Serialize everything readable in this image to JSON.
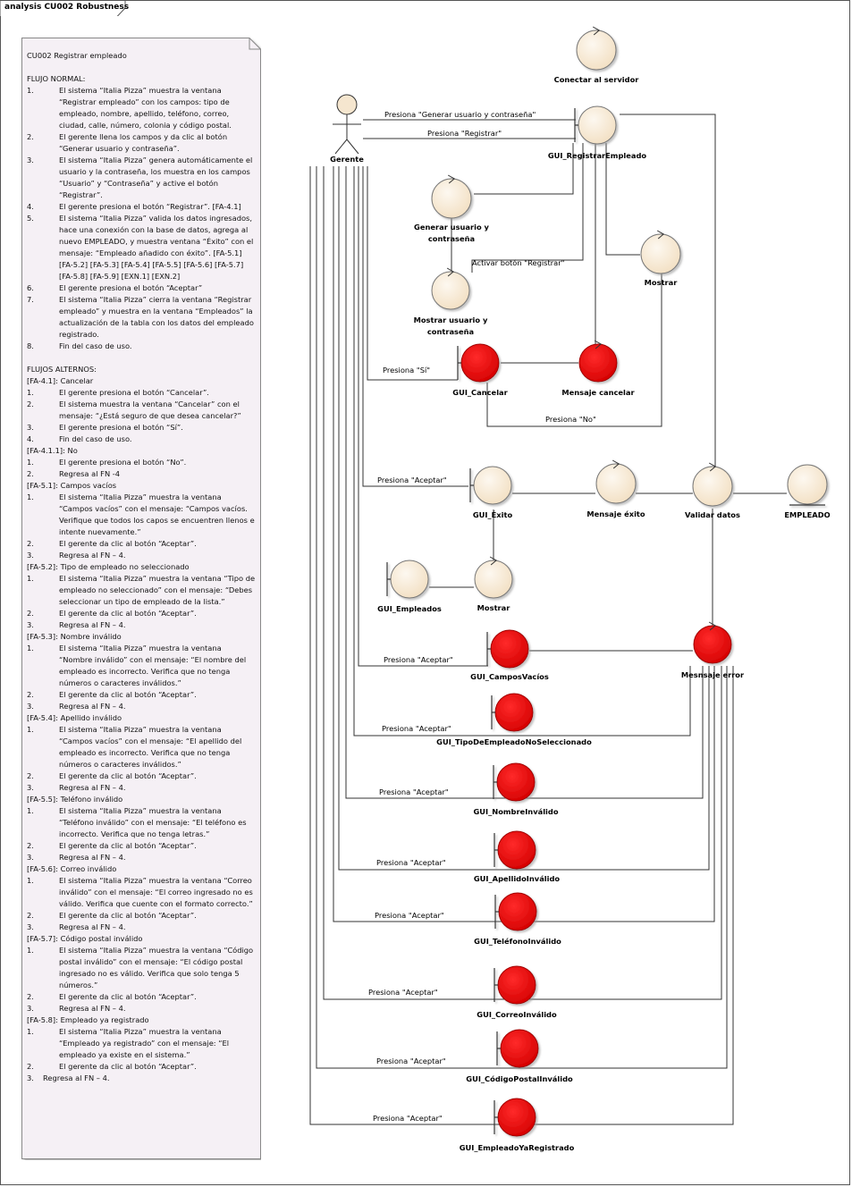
{
  "title": "analysis CU002 Robustness",
  "note": {
    "lines": [
      {
        "kind": "text",
        "text": "CU002 Registrar empleado"
      },
      {
        "kind": "blank"
      },
      {
        "kind": "text",
        "text": "FLUJO NORMAL:"
      },
      {
        "kind": "item",
        "num": "1.",
        "text": "El sistema “Italia Pizza” muestra la ventana “Registrar empleado” con los campos: tipo de empleado, nombre, apellido, teléfono, correo, ciudad, calle, número, colonia y código postal."
      },
      {
        "kind": "item",
        "num": "2.",
        "text": "El gerente llena los campos y da clic al botón “Generar usuario y contraseña”."
      },
      {
        "kind": "item",
        "num": "3.",
        "text": "El sistema “Italia Pizza” genera automáticamente el usuario y la contraseña, los muestra en los campos “Usuario” y “Contraseña” y active el botón “Registrar”."
      },
      {
        "kind": "item",
        "num": "4.",
        "text": "El gerente presiona el botón “Registrar”. [FA-4.1]"
      },
      {
        "kind": "item",
        "num": "5.",
        "text": "El sistema “Italia Pizza” valida los datos ingresados, hace una conexión con la base de datos, agrega al nuevo EMPLEADO, y muestra ventana “Éxito” con el mensaje: “Empleado añadido con éxito”. [FA-5.1] [FA-5.2] [FA-5.3] [FA-5.4] [FA-5.5] [FA-5.6] [FA-5.7] [FA-5.8] [FA-5.9] [EXN.1] [EXN.2]"
      },
      {
        "kind": "item",
        "num": "6.",
        "text": "El gerente presiona el botón “Aceptar”"
      },
      {
        "kind": "item",
        "num": "7.",
        "text": "El sistema “Italia Pizza” cierra la ventana “Registrar empleado” y muestra en la ventana “Empleados” la actualización de la tabla con los datos del empleado registrado."
      },
      {
        "kind": "item",
        "num": "8.",
        "text": "Fin del caso de uso."
      },
      {
        "kind": "blank"
      },
      {
        "kind": "text",
        "text": "FLUJOS ALTERNOS:"
      },
      {
        "kind": "text",
        "text": "[FA-4.1]: Cancelar"
      },
      {
        "kind": "item",
        "num": "1.",
        "text": "El gerente presiona el botón “Cancelar”."
      },
      {
        "kind": "item",
        "num": "2.",
        "text": "El sistema muestra la ventana “Cancelar” con el mensaje: “¿Está seguro de que desea cancelar?”"
      },
      {
        "kind": "item",
        "num": "3.",
        "text": "El gerente presiona el botón “Sí”."
      },
      {
        "kind": "item",
        "num": "4.",
        "text": "Fin del caso de uso."
      },
      {
        "kind": "text",
        "text": "[FA-4.1.1]: No"
      },
      {
        "kind": "item",
        "num": "1.",
        "text": "El gerente presiona el botón “No”."
      },
      {
        "kind": "item",
        "num": "2.",
        "text": "Regresa al FN -4"
      },
      {
        "kind": "text",
        "text": "[FA-5.1]: Campos vacíos"
      },
      {
        "kind": "item",
        "num": "1.",
        "text": "El sistema “Italia Pizza” muestra la ventana “Campos vacíos” con el mensaje: “Campos vacíos. Verifique que todos los capos se encuentren llenos e intente nuevamente.”"
      },
      {
        "kind": "item",
        "num": "2.",
        "text": "El gerente da clic al botón “Aceptar”."
      },
      {
        "kind": "item",
        "num": "3.",
        "text": "Regresa al FN – 4."
      },
      {
        "kind": "text",
        "text": "[FA-5.2]:  Tipo de empleado no seleccionado"
      },
      {
        "kind": "item",
        "num": "1.",
        "text": "El sistema “Italia Pizza” muestra la ventana “Tipo de empleado no seleccionado” con el mensaje: “Debes seleccionar un tipo de empleado de la lista.”"
      },
      {
        "kind": "item",
        "num": "2.",
        "text": "El gerente da clic al botón “Aceptar”."
      },
      {
        "kind": "item",
        "num": "3.",
        "text": "Regresa al FN – 4."
      },
      {
        "kind": "text",
        "text": "[FA-5.3]: Nombre inválido"
      },
      {
        "kind": "item",
        "num": "1.",
        "text": "El sistema “Italia Pizza” muestra la ventana “Nombre inválido” con el mensaje: “El nombre del empleado es incorrecto. Verifica que no tenga números o caracteres inválidos.”"
      },
      {
        "kind": "item",
        "num": "2.",
        "text": "El gerente da clic al botón “Aceptar”."
      },
      {
        "kind": "item",
        "num": "3.",
        "text": "Regresa al FN – 4."
      },
      {
        "kind": "text",
        "text": "[FA-5.4]: Apellido inválido"
      },
      {
        "kind": "item",
        "num": "1.",
        "text": "El sistema “Italia Pizza” muestra la ventana “Campos vacíos” con el mensaje: “El apellido del empleado es incorrecto. Verifica que no tenga números o caracteres inválidos.”"
      },
      {
        "kind": "item",
        "num": "2.",
        "text": "El gerente da clic al botón “Aceptar”."
      },
      {
        "kind": "item",
        "num": "3.",
        "text": "Regresa al FN – 4."
      },
      {
        "kind": "text",
        "text": "[FA-5.5]: Teléfono inválido"
      },
      {
        "kind": "item",
        "num": "1.",
        "text": "El sistema “Italia Pizza” muestra la ventana “Teléfono inválido” con el mensaje: “El teléfono es incorrecto. Verifica que no tenga letras.”"
      },
      {
        "kind": "item",
        "num": "2.",
        "text": "El gerente da clic al botón “Aceptar”."
      },
      {
        "kind": "item",
        "num": "3.",
        "text": "Regresa al FN – 4."
      },
      {
        "kind": "text",
        "text": "[FA-5.6]: Correo inválido"
      },
      {
        "kind": "item",
        "num": "1.",
        "text": "El sistema “Italia Pizza” muestra la ventana “Correo inválido” con el mensaje: “El correo ingresado no es válido. Verifica que cuente con el formato correcto.”"
      },
      {
        "kind": "item",
        "num": "2.",
        "text": "El gerente da clic al botón “Aceptar”."
      },
      {
        "kind": "item",
        "num": "3.",
        "text": "Regresa al FN – 4."
      },
      {
        "kind": "text",
        "text": "[FA-5.7]: Código postal inválido"
      },
      {
        "kind": "item",
        "num": "1.",
        "text": "El sistema “Italia Pizza” muestra la ventana “Código postal inválido” con el mensaje: “El código postal ingresado no es válido. Verifica que solo tenga 5 números.”"
      },
      {
        "kind": "item",
        "num": "2.",
        "text": "El gerente da clic al botón “Aceptar”."
      },
      {
        "kind": "item",
        "num": "3.",
        "text": "Regresa al FN – 4."
      },
      {
        "kind": "text",
        "text": "[FA-5.8]:  Empleado ya registrado"
      },
      {
        "kind": "item",
        "num": "1.",
        "text": "El sistema “Italia Pizza” muestra la ventana “Empleado ya registrado” con el mensaje: “El empleado ya existe en el sistema.”"
      },
      {
        "kind": "item",
        "num": "2.",
        "text": "El gerente da clic al botón “Aceptar”."
      },
      {
        "kind": "item-tight",
        "num": "3.",
        "text": "Regresa al FN – 4."
      }
    ]
  },
  "diagram": {
    "actor": "Gerente",
    "elements": {
      "conectar": "Conectar al servidor",
      "gui_registrar": "GUI_RegistrarEmpleado",
      "generar": [
        "Generar usuario y",
        "contraseña"
      ],
      "mostrar_usuario": [
        "Mostrar usuario y",
        "contraseña"
      ],
      "mostrar1": "Mostrar",
      "gui_cancelar": "GUI_Cancelar",
      "mensaje_cancelar": "Mensaje cancelar",
      "gui_exito": "GUI_Éxito",
      "mensaje_exito": "Mensaje éxito",
      "validar": "Validar datos",
      "empleado": "EMPLEADO",
      "gui_empleados": "GUI_Empleados",
      "mostrar2": "Mostrar",
      "gui_campos_vacios": "GUI_CamposVacíos",
      "mensaje_error": "Mesnsaje error",
      "gui_tipo": "GUI_TipoDeEmpleadoNoSeleccionado",
      "gui_nombre": "GUI_NombreInválido",
      "gui_apellido": "GUI_ApellidoInválido",
      "gui_telefono": "GUI_TeléfonoInválido",
      "gui_correo": "GUI_CorreoInválido",
      "gui_cp": "GUI_CódigoPostalInválido",
      "gui_ya_registrado": "GUI_EmpleadoYaRegistrado"
    },
    "messages": {
      "generar": "Presiona \"Generar usuario y contraseña\"",
      "registrar": "Presiona \"Registrar\"",
      "activar": "Activar botón \"Registrar\"",
      "si": "Presiona \"Sí\"",
      "no": "Presiona \"No\"",
      "aceptar": "Presiona \"Aceptar\""
    },
    "colors": {
      "control_fill": "#f5e6cf",
      "error_fill": "#e20000",
      "note_fill": "#f5f0f5"
    }
  }
}
